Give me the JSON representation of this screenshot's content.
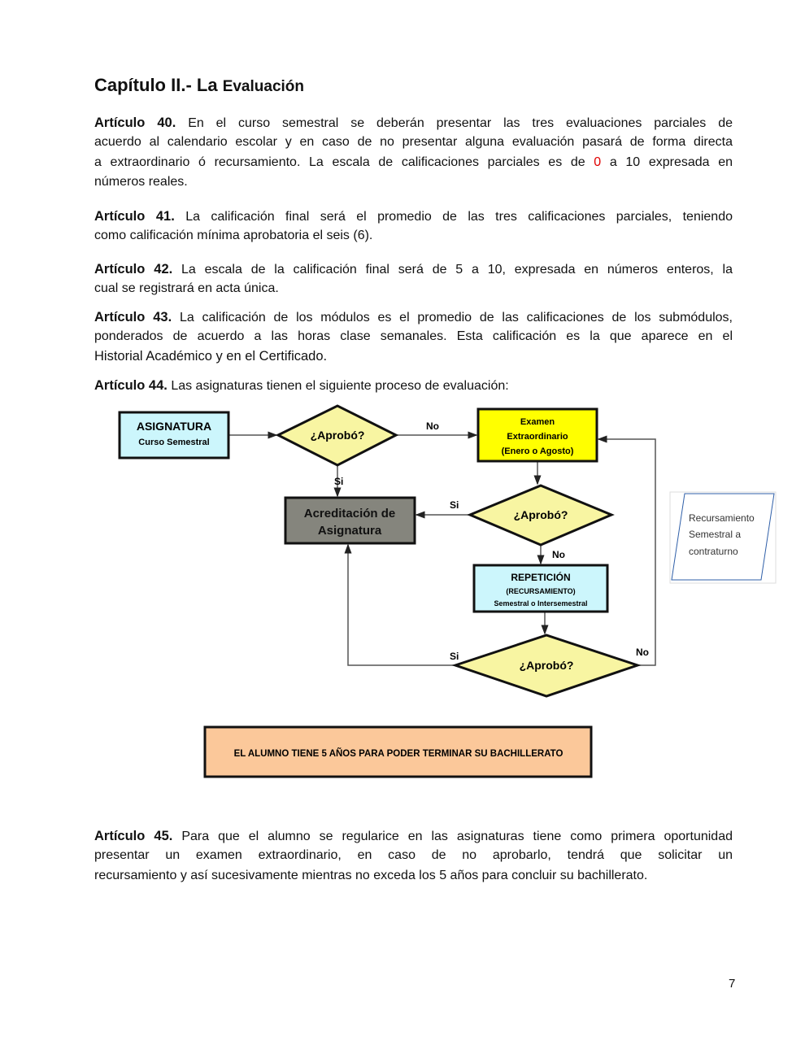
{
  "title": {
    "main": "Capítulo II.- La",
    "small": "Evaluación"
  },
  "articles": [
    {
      "label": "Artículo 40.",
      "lines": [
        "En el curso semestral se deberán presentar las   tres evaluaciones parciales de",
        "acuerdo al calendario escolar y en caso de no presentar alguna evaluación pasará de forma directa",
        "a extraordinario ó recursamiento. La escala de calificaciones parciales es de",
        "0",
        "a 10 expresada en",
        "números reales."
      ]
    },
    {
      "label": "Artículo 41.",
      "lines": [
        "La calificación final será el promedio de las tres calificaciones parciales, teniendo",
        "como calificación mínima aprobatoria el seis (6)."
      ]
    },
    {
      "label": "Artículo 42.",
      "lines": [
        "La escala de la calificación final será de 5 a 10, expresada en números enteros, la",
        "cual se registrará en acta única."
      ]
    },
    {
      "label": "Artículo 43.",
      "lines": [
        "La calificación de los módulos es el promedio de las calificaciones de los submódulos,",
        "ponderados de acuerdo a las horas clase semanales. Esta calificación es la que aparece en el",
        "Historial Académico y en el Certificado."
      ]
    },
    {
      "label": "Artículo 44.",
      "lines": [
        "Las asignaturas tienen el siguiente proceso de evaluación:"
      ]
    },
    {
      "label": "Artículo 45.",
      "lines": [
        "Para que el alumno se regularice en las asignaturas tiene como primera oportunidad",
        "presentar un examen extraordinario, en caso de no aprobarlo, tendrá que solicitar un",
        "recursamiento y así sucesivamente mientras no exceda los 5 años para concluir su bachillerato."
      ]
    }
  ],
  "flowchart": {
    "asignatura": [
      "ASIGNATURA",
      "Curso Semestral"
    ],
    "decision": "¿Aprobó?",
    "yes": "Si",
    "no": "No",
    "examen": [
      "Examen",
      "Extraordinario",
      "(Enero o Agosto)"
    ],
    "acreditacion": [
      "Acreditación de",
      "Asignatura"
    ],
    "repeticion": [
      "REPETICIÓN",
      "(RECURSAMIENTO)",
      "Semestral o Intersemestral"
    ],
    "footer": "EL ALUMNO TIENE 5 AÑOS PARA PODER TERMINAR SU BACHILLERATO",
    "note": [
      "Recursamiento",
      "Semestral a",
      "contraturno"
    ],
    "colors": {
      "cyan": "#ccf6fc",
      "yellow": "#ffff00",
      "diamond": "#f8f5a2",
      "gray": "#85857d",
      "orange": "#fbc89a",
      "note_border": "#2f5fa8"
    }
  },
  "page_number": "7"
}
